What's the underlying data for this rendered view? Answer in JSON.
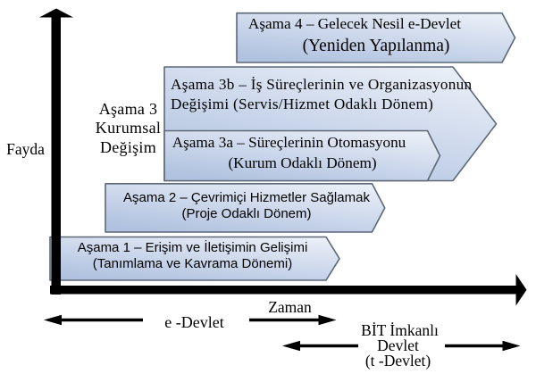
{
  "title": "e-Devlet gelişim aşamaları diyagramı",
  "axes": {
    "y_label": "Fayda",
    "x_label": "Zaman"
  },
  "stages": [
    {
      "id": "stage-1",
      "line1": "Aşama 1 – Erişim ve İletişimin Gelişimi",
      "line2": "(Tanımlama ve Kavrama Dönemi)"
    },
    {
      "id": "stage-2",
      "line1": "Aşama 2 – Çevrimiçi Hizmetler Sağlamak",
      "line2": "(Proje Odaklı Dönem)"
    },
    {
      "id": "stage-3a",
      "line1": "Aşama 3a – Süreçlerinin Otomasyonu",
      "line2": "(Kurum Odaklı Dönem)"
    },
    {
      "id": "stage-3b",
      "line1": "Aşama 3b – İş Süreçlerinin ve Organizasyonun",
      "line2": "Değişimi (Servis/Hizmet Odaklı Dönem)"
    },
    {
      "id": "stage-4",
      "line1": "Aşama 4 – Gelecek Nesil e-Devlet",
      "line2": "(Yeniden Yapılanma)"
    }
  ],
  "stage3_side_label": {
    "line1": "Aşama 3",
    "line2": "Kurumsal",
    "line3": "Değişim"
  },
  "bottom_labels": {
    "e_devlet": "e -Devlet",
    "bit_line1": "BİT İmkanlı",
    "bit_line2": "Devlet",
    "bit_line3": "(t -Devlet)"
  },
  "colors": {
    "background": "#ffffff",
    "shape_fill_light": "#f4f7fb",
    "shape_fill_dark": "#b0c2df",
    "shape_border": "#5c6878",
    "axis": "#000000",
    "text": "#000000"
  }
}
